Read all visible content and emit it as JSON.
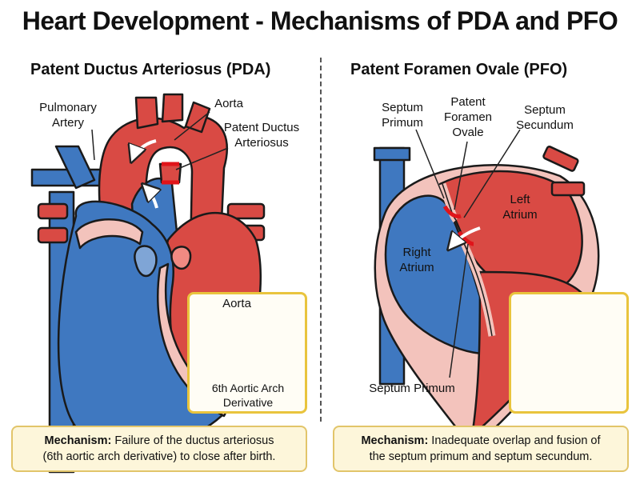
{
  "title": "Heart Development - Mechanisms of PDA and PFO",
  "pda": {
    "heading": "Patent Ductus Arteriosus (PDA)",
    "labels": {
      "pulmonary_artery": "Pulmonary\nArtery",
      "aorta": "Aorta",
      "patent_ductus": "Patent Ductus\nArteriosus"
    },
    "inset": {
      "top_label": "Aorta",
      "bottom_label": "6th Aortic Arch\nDerivative"
    },
    "mechanism": {
      "prefix": "Mechanism:",
      "text": " Failure of the ductus arteriosus\n(6th aortic arch derivative) to close after birth."
    }
  },
  "pfo": {
    "heading": "Patent Foramen Ovale (PFO)",
    "labels": {
      "septum_primum_top": "Septum\nPrimum",
      "patent_foramen": "Patent\nForamen\nOvale",
      "septum_secundum": "Septum\nSecundum",
      "left_atrium": "Left\nAtrium",
      "right_atrium": "Right\nAtrium",
      "septum_primum_bottom": "Septum Primum"
    },
    "mechanism": {
      "prefix": "Mechanism:",
      "text": " Inadequate overlap and fusion of\nthe septum primum and septum secundum."
    }
  },
  "colors": {
    "blue": "#3f78c0",
    "red": "#d94a44",
    "pink": "#f3c3bc",
    "outline": "#1a1a1a",
    "highlight": "#e0141a",
    "box_fill": "#fdf6da",
    "box_border": "#e2c56a"
  }
}
